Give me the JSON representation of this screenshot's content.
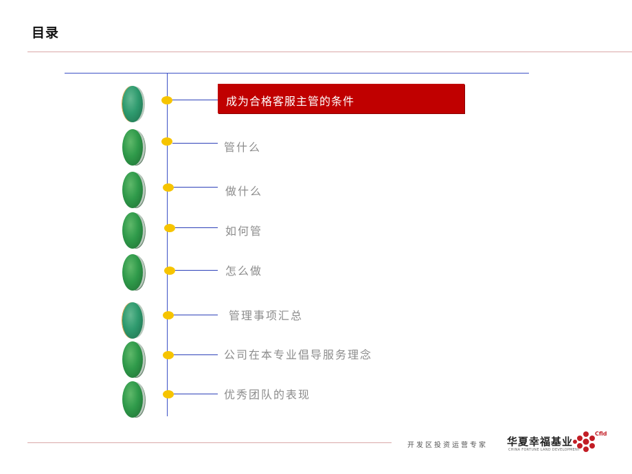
{
  "page": {
    "title": "目录"
  },
  "toc": {
    "items": [
      {
        "label": "成为合格客服主管的条件"
      },
      {
        "label": "管什么"
      },
      {
        "label": "做什么"
      },
      {
        "label": "如何管"
      },
      {
        "label": "怎么做"
      },
      {
        "label": "管理事项汇总"
      },
      {
        "label": "公司在本专业倡导服务理念"
      },
      {
        "label": "优秀团队的表现"
      }
    ]
  },
  "footer": {
    "slogan": "开发区投资运营专家",
    "brand_cn": "华夏幸福基业",
    "brand_en": "CHINA FORTUNE LAND DEVELOPMENT",
    "logo_text": "Cfld"
  },
  "colors": {
    "active_item_bg": "#c00000",
    "line_blue": "#3a4fc4",
    "dot_yellow": "#f6c400",
    "leaf_green": "#2f9a4a",
    "inactive_text": "#8c8c8c"
  },
  "icons": {
    "bullet": "green-leaf-icon",
    "node": "yellow-dot-icon",
    "logo": "cfld-logo-icon"
  }
}
